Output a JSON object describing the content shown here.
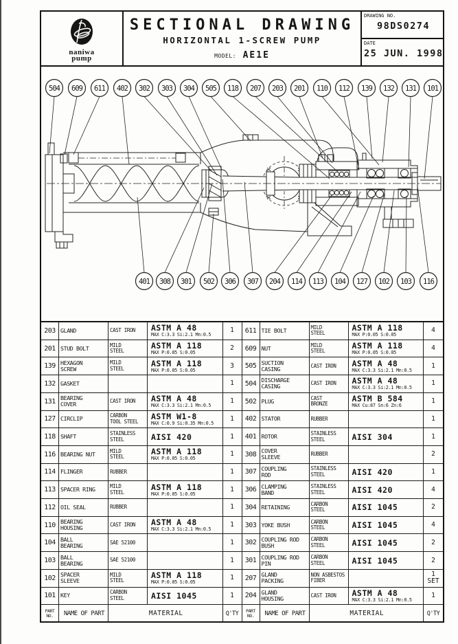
{
  "header": {
    "logo_line1": "naniwa",
    "logo_line2": "pump",
    "title": "SECTIONAL DRAWING",
    "subtitle": "HORIZONTAL 1-SCREW PUMP",
    "model_label": "MODEL:",
    "model_value": "AE1E",
    "drawing_no_label": "DRAWING NO.",
    "drawing_no": "98DS0274",
    "date_label": "DATE",
    "date": "25 JUN. 1998"
  },
  "drawing": {
    "top_balloons": [
      "504",
      "609",
      "611",
      "402",
      "302",
      "303",
      "304",
      "505",
      "118",
      "207",
      "203",
      "201",
      "110",
      "112",
      "139",
      "132",
      "131",
      "101"
    ],
    "bottom_balloons": [
      "401",
      "308",
      "301",
      "502",
      "306",
      "307",
      "204",
      "114",
      "113",
      "104",
      "127",
      "102",
      "103",
      "116"
    ]
  },
  "parts_table": {
    "footer": {
      "part_no": "PART\nNO.",
      "name": "NAME OF PART",
      "material": "MATERIAL",
      "qty": "Q'TY"
    },
    "left_rows": [
      {
        "no": "203",
        "name": "GLAND",
        "mat": "CAST IRON",
        "spec": "ASTM A 48",
        "note": "MAX C:3.3 Si:2.1 Mn:0.5",
        "qty": "1"
      },
      {
        "no": "201",
        "name": "STUD BOLT",
        "mat": "MILD\nSTEEL",
        "spec": "ASTM A 118",
        "note": "MAX P:0.05 S:0.05",
        "qty": "2"
      },
      {
        "no": "139",
        "name": "HEXAGON\nSCREW",
        "mat": "MILD\nSTEEL",
        "spec": "ASTM A 118",
        "note": "MAX P:0.05 S:0.05",
        "qty": "3"
      },
      {
        "no": "132",
        "name": "GASKET",
        "mat": "",
        "spec": "",
        "note": "",
        "qty": "1"
      },
      {
        "no": "131",
        "name": "BEARING\nCOVER",
        "mat": "CAST IRON",
        "spec": "ASTM A 48",
        "note": "MAX C:3.3 Si:2.1 Mn:0.5",
        "qty": "1"
      },
      {
        "no": "127",
        "name": "CIRCLIP",
        "mat": "CARBON\nTOOL STEEL",
        "spec": "ASTM W1-8",
        "note": "MAX C:0.9 Si:0.35 Mn:0.5",
        "qty": "1"
      },
      {
        "no": "118",
        "name": "SHAFT",
        "mat": "STAINLESS\nSTEEL",
        "spec": "AISI 420",
        "note": "",
        "qty": "1"
      },
      {
        "no": "116",
        "name": "BEARING NUT",
        "mat": "MILD\nSTEEL",
        "spec": "ASTM A 118",
        "note": "MAX P:0.05 S:0.05",
        "qty": "1"
      },
      {
        "no": "114",
        "name": "FLINGER",
        "mat": "RUBBER",
        "spec": "",
        "note": "",
        "qty": "1"
      },
      {
        "no": "113",
        "name": "SPACER RING",
        "mat": "MILD\nSTEEL",
        "spec": "ASTM A 118",
        "note": "MAX P:0.05 S:0.05",
        "qty": "1"
      },
      {
        "no": "112",
        "name": "OIL SEAL",
        "mat": "RUBBER",
        "spec": "",
        "note": "",
        "qty": "1"
      },
      {
        "no": "110",
        "name": "BEARING\nHOUSING",
        "mat": "CAST IRON",
        "spec": "ASTM A 48",
        "note": "MAX C:3.3 Si:2.1 Mn:0.5",
        "qty": "1"
      },
      {
        "no": "104",
        "name": "BALL\nBEARING",
        "mat": "SAE 52100",
        "spec": "",
        "note": "",
        "qty": "1"
      },
      {
        "no": "103",
        "name": "BALL\nBEARING",
        "mat": "SAE 52100",
        "spec": "",
        "note": "",
        "qty": "1"
      },
      {
        "no": "102",
        "name": "SPACER\nSLEEVE",
        "mat": "MILD\nSTEEL",
        "spec": "ASTM A 118",
        "note": "MAX P:0.05 S:0.05",
        "qty": "1"
      },
      {
        "no": "101",
        "name": "KEY",
        "mat": "CARBON\nSTEEL",
        "spec": "AISI 1045",
        "note": "",
        "qty": "1"
      }
    ],
    "right_rows": [
      {
        "no": "611",
        "name": "TIE BOLT",
        "mat": "MILD\nSTEEL",
        "spec": "ASTM A 118",
        "note": "MAX P:0.05 S:0.05",
        "qty": "4"
      },
      {
        "no": "609",
        "name": "NUT",
        "mat": "MILD\nSTEEL",
        "spec": "ASTM A 118",
        "note": "MAX P:0.05 S:0.05",
        "qty": "4"
      },
      {
        "no": "505",
        "name": "SUCTION\nCASING",
        "mat": "CAST IRON",
        "spec": "ASTM A 48",
        "note": "MAX C:3.3 Si:2.1 Mn:0.5",
        "qty": "1"
      },
      {
        "no": "504",
        "name": "DISCHARGE\nCASING",
        "mat": "CAST IRON",
        "spec": "ASTM A 48",
        "note": "MAX C:3.3 Si:2.1 Mn:0.5",
        "qty": "1"
      },
      {
        "no": "502",
        "name": "PLUG",
        "mat": "CAST\nBRONZE",
        "spec": "ASTM B 584",
        "note": "MAX Cu:87 Sn:6 Zn:6",
        "qty": "1"
      },
      {
        "no": "402",
        "name": "STATOR",
        "mat": "RUBBER",
        "spec": "",
        "note": "",
        "qty": "1"
      },
      {
        "no": "401",
        "name": "ROTOR",
        "mat": "STAINLESS\nSTEEL",
        "spec": "AISI 304",
        "note": "",
        "qty": "1"
      },
      {
        "no": "308",
        "name": "COVER\nSLEEVE",
        "mat": "RUBBER",
        "spec": "",
        "note": "",
        "qty": "2"
      },
      {
        "no": "307",
        "name": "COUPLING\nROD",
        "mat": "STAINLESS\nSTEEL",
        "spec": "AISI 420",
        "note": "",
        "qty": "1"
      },
      {
        "no": "306",
        "name": "CLAMPING\nBAND",
        "mat": "STAINLESS\nSTEEL",
        "spec": "AISI 420",
        "note": "",
        "qty": "4"
      },
      {
        "no": "304",
        "name": "RETAINING",
        "mat": "CARBON\nSTEEL",
        "spec": "AISI 1045",
        "note": "",
        "qty": "2"
      },
      {
        "no": "303",
        "name": "YOKE BUSH",
        "mat": "CARBON\nSTEEL",
        "spec": "AISI 1045",
        "note": "",
        "qty": "4"
      },
      {
        "no": "302",
        "name": "COUPLING ROD\nBUSH",
        "mat": "CARBON\nSTEEL",
        "spec": "AISI 1045",
        "note": "",
        "qty": "2"
      },
      {
        "no": "301",
        "name": "COUPLING ROD\nPIN",
        "mat": "CARBON\nSTEEL",
        "spec": "AISI 1045",
        "note": "",
        "qty": "2"
      },
      {
        "no": "207",
        "name": "GLAND\nPACKING",
        "mat": "NON ASBESTOS\nFIBER",
        "spec": "",
        "note": "",
        "qty": "1\nSET"
      },
      {
        "no": "204",
        "name": "GLAND\nHOUSING",
        "mat": "CAST IRON",
        "spec": "ASTM A 48",
        "note": "MAX C:3.3 Si:2.1 Mn:0.5",
        "qty": "1"
      }
    ]
  }
}
